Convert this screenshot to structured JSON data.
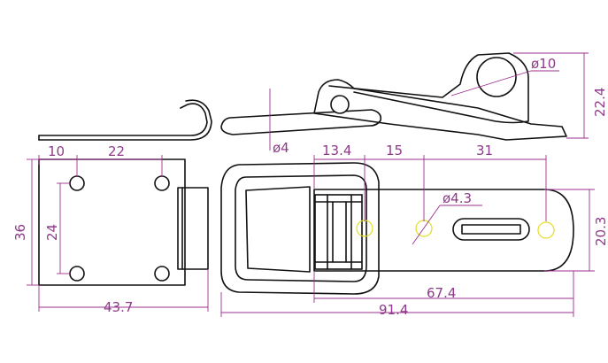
{
  "colors": {
    "outline": "#111111",
    "dimension": "#8e3a8a",
    "hole_marker": "#e3dc22",
    "background": "#ffffff"
  },
  "dimensions": {
    "plate_hole_offset": "10",
    "plate_hole_spacing_h": "22",
    "plate_height": "36",
    "plate_hole_spacing_v": "24",
    "plate_width": "43.7",
    "pin_diameter": "ø4",
    "eye_diameter": "ø10",
    "side_height": "22.4",
    "loop_offset": "13.4",
    "hinge_to_hole": "15",
    "hole_to_slot_end": "31",
    "hole_diameter": "ø4.3",
    "hasp_width": "20.3",
    "hasp_length": "67.4",
    "overall_length": "91.4"
  }
}
